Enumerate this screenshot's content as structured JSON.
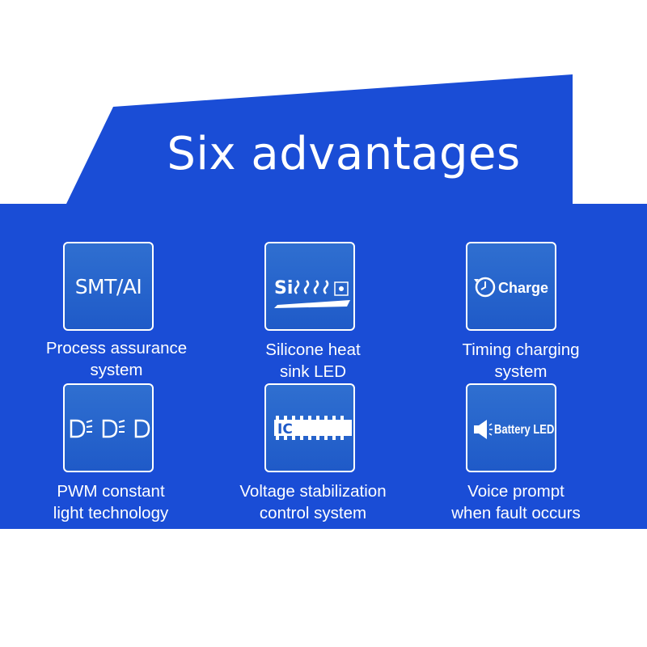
{
  "title": "Six advantages",
  "colors": {
    "background_blue": "#1a4dd6",
    "card_blue": "#2a66cc",
    "text": "#ffffff"
  },
  "advantages": [
    {
      "icon": "smt-ai-icon",
      "icon_text": "SMT/AI",
      "caption_lines": [
        "Process assurance",
        "system"
      ]
    },
    {
      "icon": "silicone-heatsink-icon",
      "icon_text": "Si",
      "caption_lines": [
        "Silicone heat",
        "sink LED"
      ]
    },
    {
      "icon": "timer-charge-icon",
      "icon_text": "Charge",
      "caption_lines": [
        "Timing charging",
        "system"
      ]
    },
    {
      "icon": "pwm-headlight-icon",
      "icon_text": "",
      "caption_lines": [
        "PWM constant",
        "light technology"
      ]
    },
    {
      "icon": "ic-chip-icon",
      "icon_text": "IC",
      "caption_lines": [
        "Voltage stabilization",
        "control system"
      ]
    },
    {
      "icon": "speaker-battery-led-icon",
      "icon_text": "Battery LED",
      "caption_lines": [
        "Voice prompt",
        "when fault occurs"
      ]
    }
  ]
}
